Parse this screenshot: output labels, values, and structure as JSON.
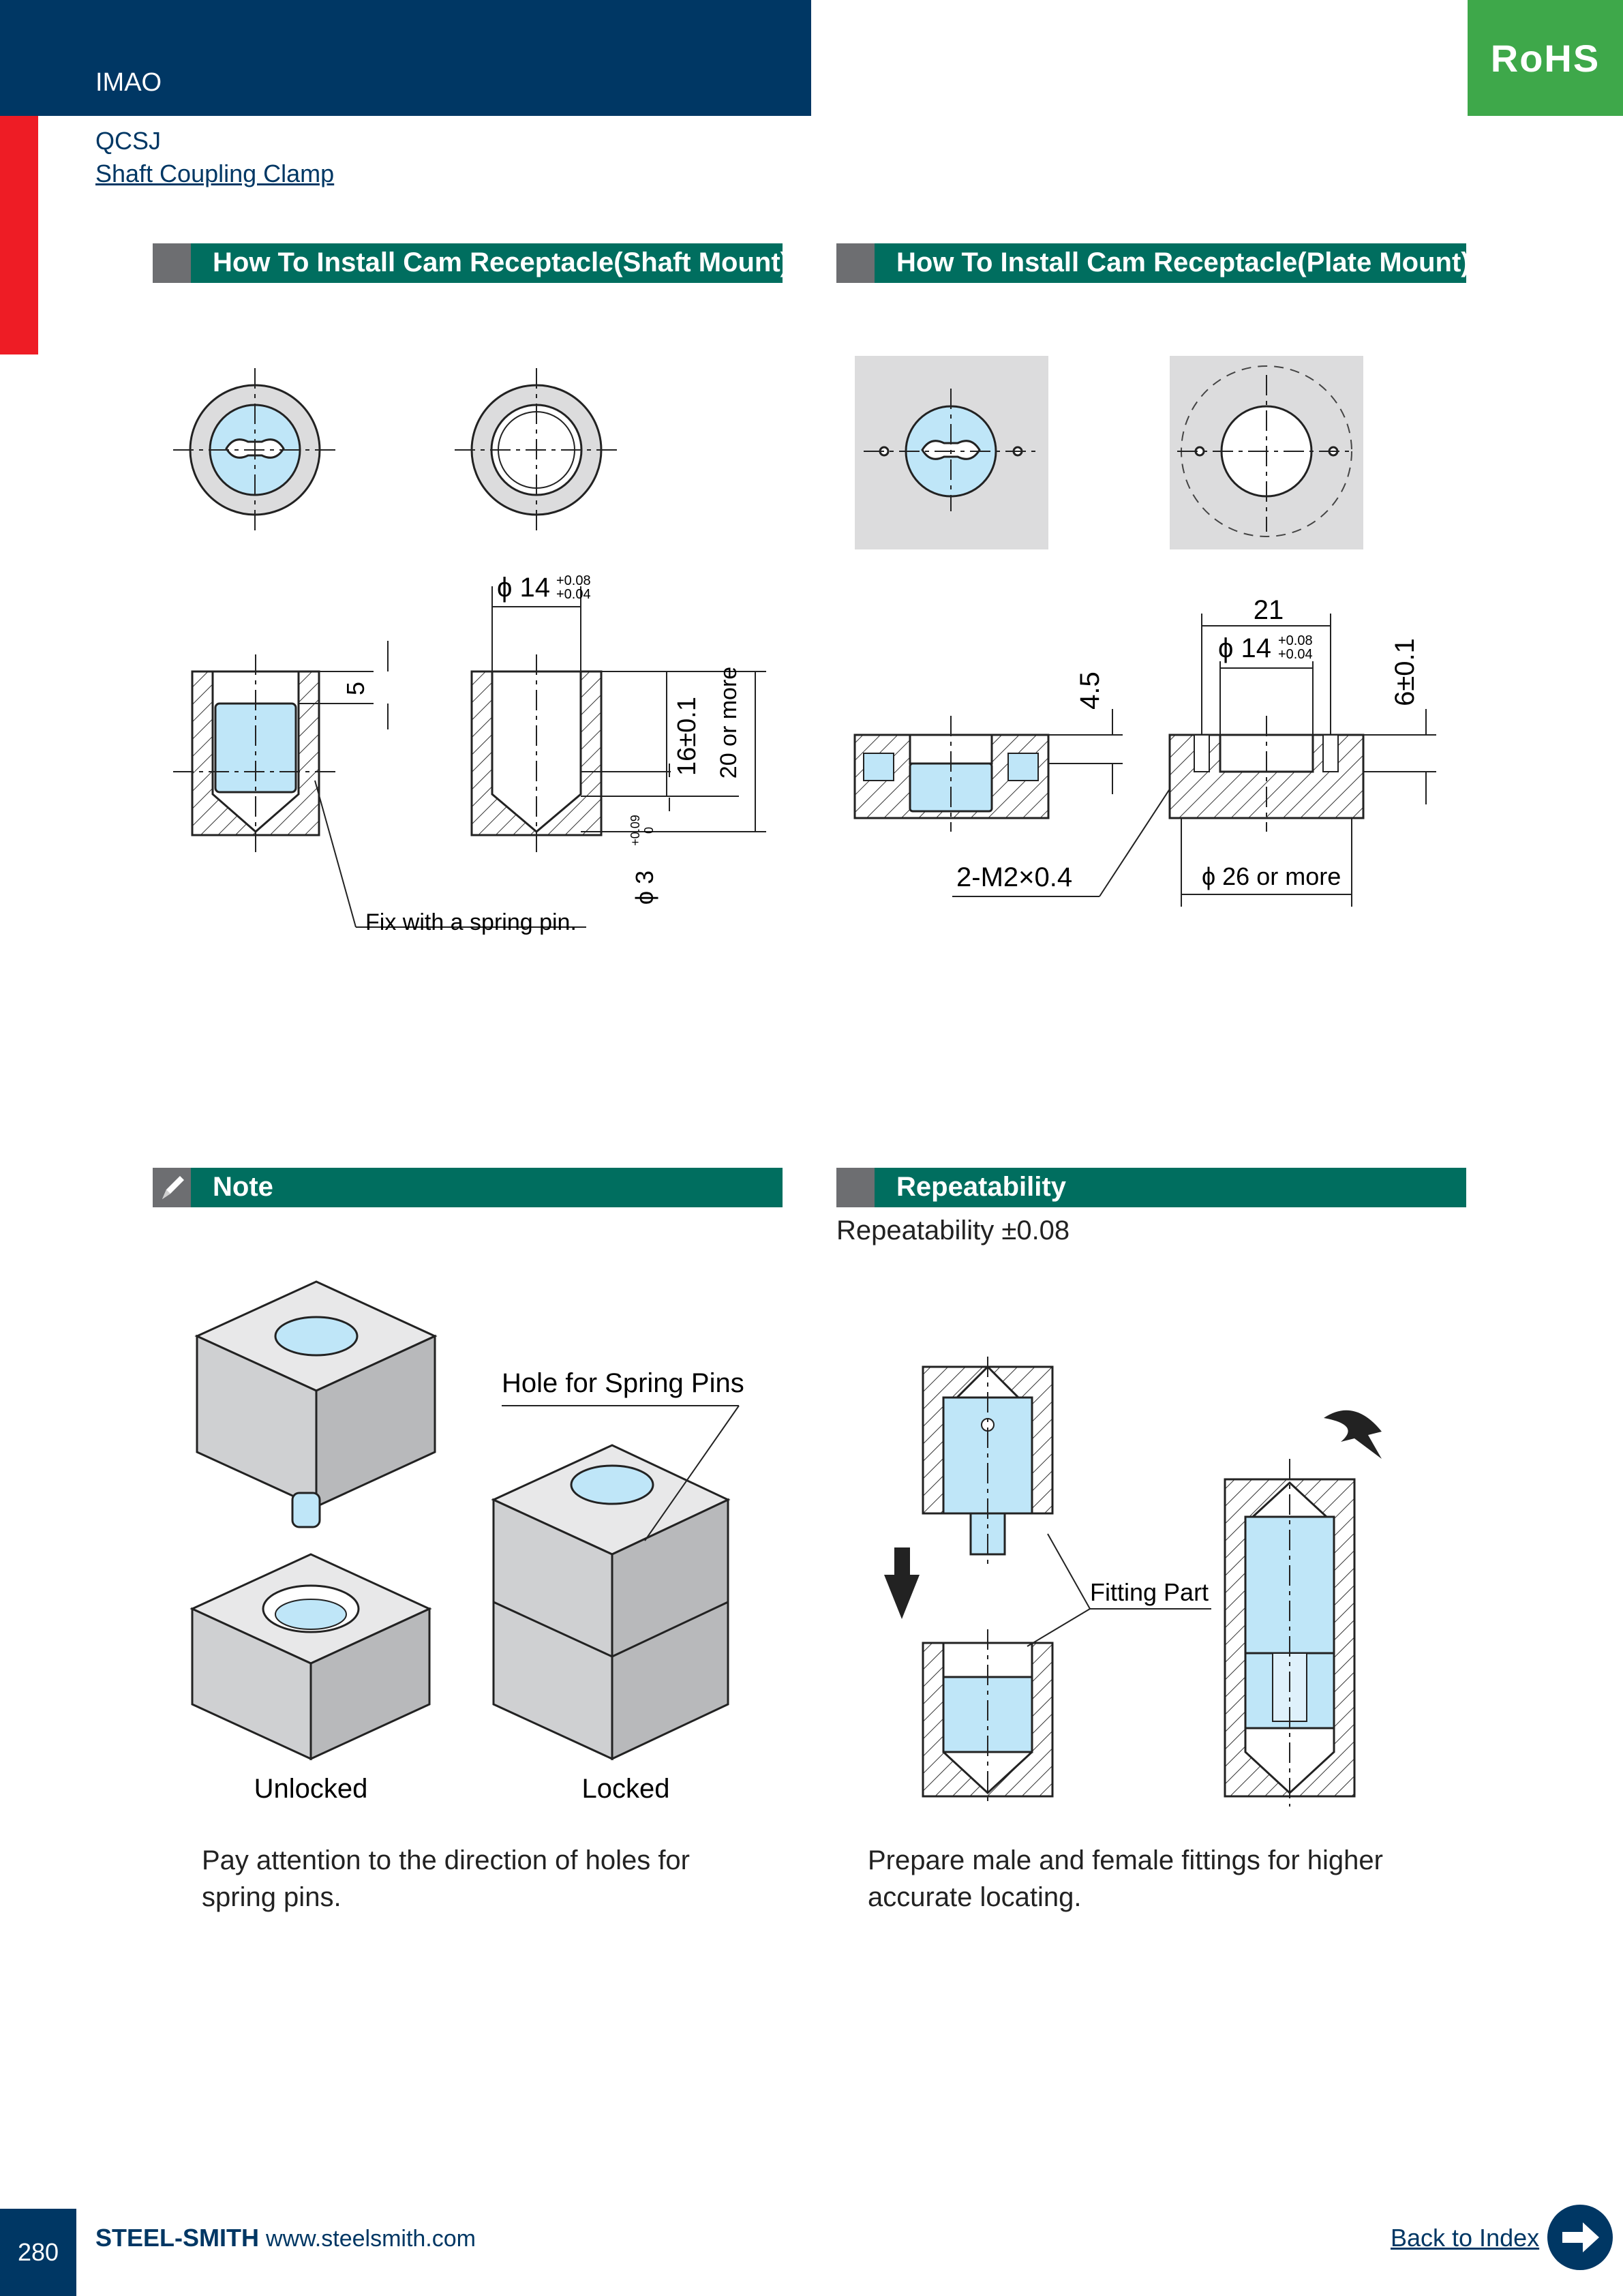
{
  "header": {
    "brand": "IMAO",
    "badge": "RoHS",
    "product_code": "QCSJ",
    "product_name": "Shaft Coupling Clamp"
  },
  "sections": {
    "shaft_mount": {
      "title": "How To Install Cam Receptacle(Shaft Mount)",
      "dim_dia": "ϕ 14",
      "tol_upper": "+0.08",
      "tol_lower": "+0.04",
      "dim_5": "5",
      "dim_16": "16±0.1",
      "dim_20": "20 or more",
      "dim_pin": "ϕ 3",
      "pin_tol_upper": "+0.09",
      "pin_tol_lower": "0",
      "note": "Fix with a spring pin."
    },
    "plate_mount": {
      "title": "How To Install Cam Receptacle(Plate Mount)",
      "dim_21": "21",
      "dim_dia": "ϕ 14",
      "tol_upper": "+0.08",
      "tol_lower": "+0.04",
      "dim_45": "4.5",
      "dim_6": "6±0.1",
      "screw": "2-M2×0.4",
      "dim_26": "ϕ 26 or more"
    },
    "note": {
      "title": "Note",
      "hole_label": "Hole for Spring Pins",
      "unlocked": "Unlocked",
      "locked": "Locked",
      "text_line1": "Pay attention to the direction of holes for",
      "text_line2": "spring pins."
    },
    "repeatability": {
      "title": "Repeatability",
      "value": "Repeatability ±0.08",
      "fitting_label": "Fitting Part",
      "text_line1": "Prepare male and female fittings for higher",
      "text_line2": "accurate locating."
    }
  },
  "footer": {
    "page_number": "280",
    "brand": "STEEL-SMITH",
    "site": "www.steelsmith.com",
    "back_link": "Back to Index"
  },
  "colors": {
    "navy": "#003764",
    "green": "#006e5f",
    "red": "#ee1c25",
    "rohs_green": "#3ea84a",
    "part_blue": "#bfe6f8"
  }
}
